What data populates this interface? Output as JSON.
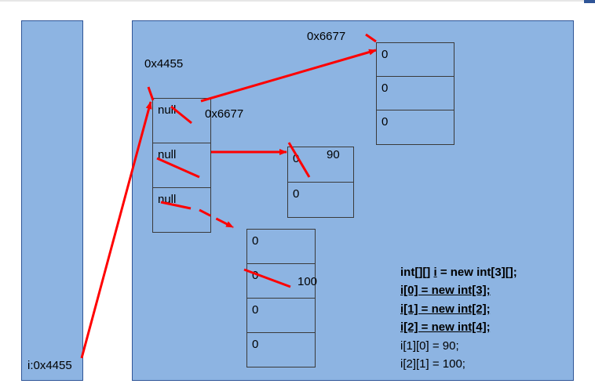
{
  "stack": {
    "label": "i:0x4455"
  },
  "outer_array": {
    "address": "0x4455",
    "cells": [
      "null",
      "null",
      "null"
    ]
  },
  "array_a": {
    "address": "0x6677",
    "cells": [
      "0",
      "0",
      "0"
    ]
  },
  "array_a_ref_label": "0x6677",
  "array_b": {
    "cells": [
      "0",
      "0"
    ],
    "new_value": "90"
  },
  "array_c": {
    "cells": [
      "0",
      "0",
      "0",
      "0"
    ],
    "new_value": "100"
  },
  "code": {
    "line1_pre": "int[][] ",
    "line1_i": "i",
    "line1_post": " = new int[3][];",
    "line2": "i[0] = new int[3];",
    "line3": "i[1] = new int[2];",
    "line4": "i[2] = new int[4];",
    "line5": "i[1][0] = 90;",
    "line6": "i[2][1] = 100;"
  },
  "colors": {
    "arrow": "#ff0000",
    "panel": "#8db4e2",
    "panel_border": "#2f5597"
  }
}
